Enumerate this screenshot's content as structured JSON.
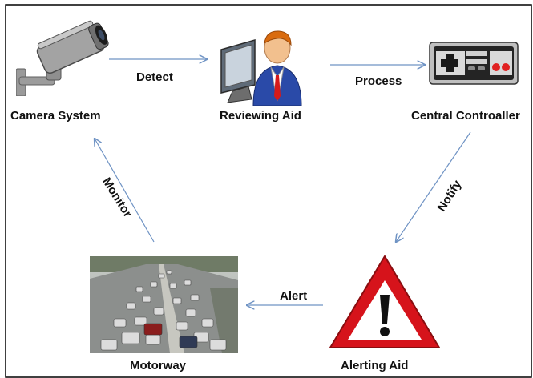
{
  "nodes": {
    "camera": {
      "label": "Camera System",
      "icon": "security-camera-icon"
    },
    "reviewer": {
      "label": "Reviewing Aid",
      "icon": "operator-at-monitor-icon"
    },
    "controller": {
      "label": "Central Controaller",
      "icon": "game-controller-icon"
    },
    "motorway": {
      "label": "Motorway",
      "icon": "motorway-traffic-photo"
    },
    "alerting": {
      "label": "Alerting Aid",
      "icon": "warning-sign-icon"
    }
  },
  "edges": {
    "detect": "Detect",
    "process": "Process",
    "notify": "Notify",
    "alert": "Alert",
    "monitor": "Monitor"
  },
  "colors": {
    "arrow": "#6f93c4",
    "frame": "#000000",
    "warning_red": "#d6131b",
    "camera_body": "#8c8c8c",
    "person_shirt": "#2a4aa8"
  }
}
